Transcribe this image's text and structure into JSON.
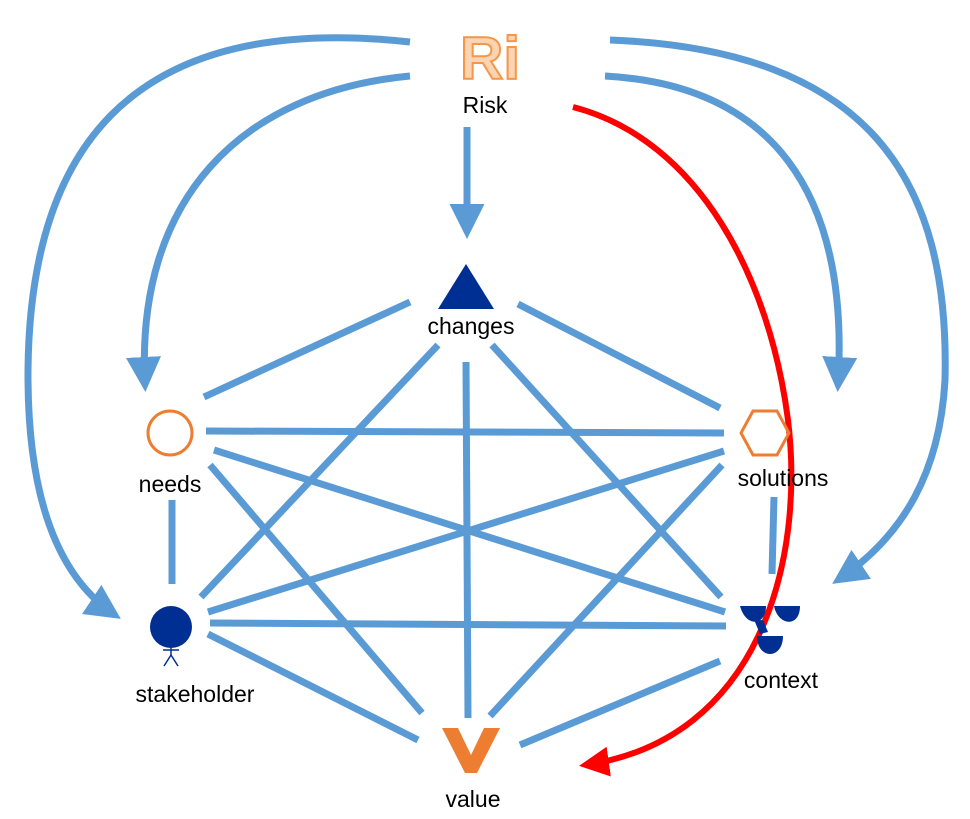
{
  "colors": {
    "connector": "#5b9bd5",
    "highlight": "#ff0000",
    "accent": "#ed7d31",
    "navy": "#002f94",
    "logo_fill": "#fbd4b4",
    "logo_stroke": "#f79646"
  },
  "logo": {
    "text": "Ri",
    "icon": "risk-logo-icon"
  },
  "nodes": {
    "risk": {
      "label": "Risk"
    },
    "changes": {
      "label": "changes",
      "icon": "triangle-icon"
    },
    "needs": {
      "label": "needs",
      "icon": "circle-outline-icon"
    },
    "solutions": {
      "label": "solutions",
      "icon": "hexagon-icon"
    },
    "stakeholder": {
      "label": "stakeholder",
      "icon": "person-icon"
    },
    "context": {
      "label": "context",
      "icon": "trefoil-icon"
    },
    "value": {
      "label": "value",
      "icon": "v-icon"
    }
  }
}
